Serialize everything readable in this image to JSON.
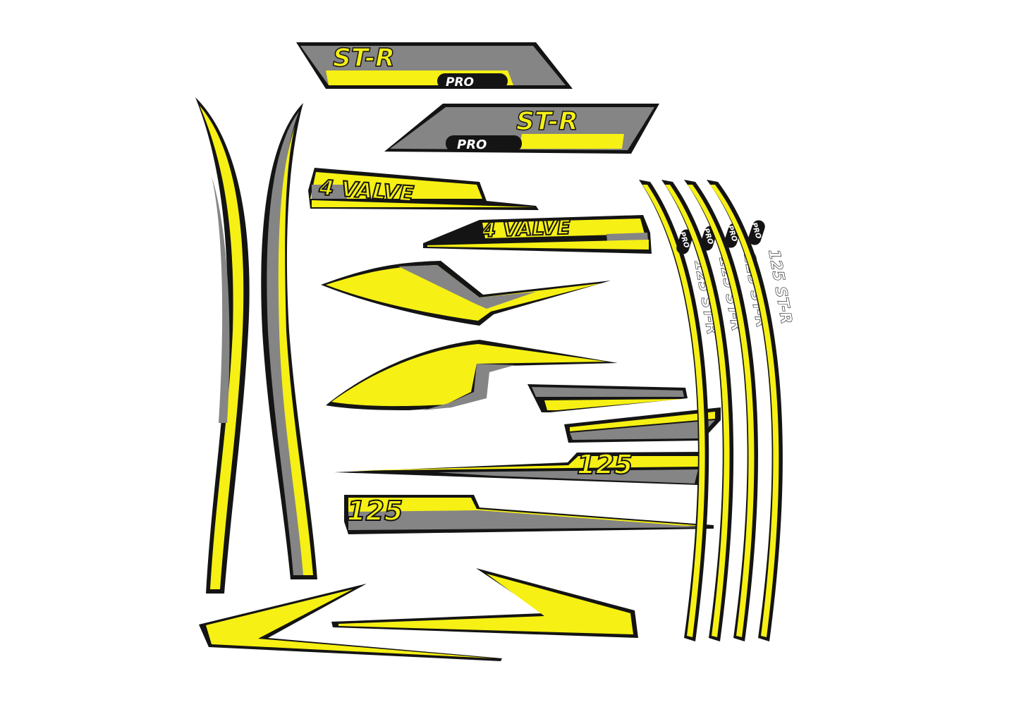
{
  "colors": {
    "yellow": "#f6f014",
    "gray": "#858585",
    "black": "#141414",
    "white": "#ffffff"
  },
  "decals": {
    "str_top": {
      "model": "ST-R",
      "badge": "PRO"
    },
    "str_middle": {
      "model": "ST-R",
      "badge": "PRO"
    },
    "valve_upper": {
      "label": "4 VALVE"
    },
    "valve_lower": {
      "label": "4 VALVE"
    },
    "cc_upper": {
      "label": "125"
    },
    "cc_lower": {
      "label": "125"
    }
  },
  "rim_stripes": [
    {
      "badge": "PRO",
      "text": "125 ST-R"
    },
    {
      "badge": "PRO",
      "text": "125 ST-R"
    },
    {
      "badge": "PRO",
      "text": "125 ST-R"
    },
    {
      "badge": "PRO",
      "text": "125 ST-R"
    }
  ]
}
